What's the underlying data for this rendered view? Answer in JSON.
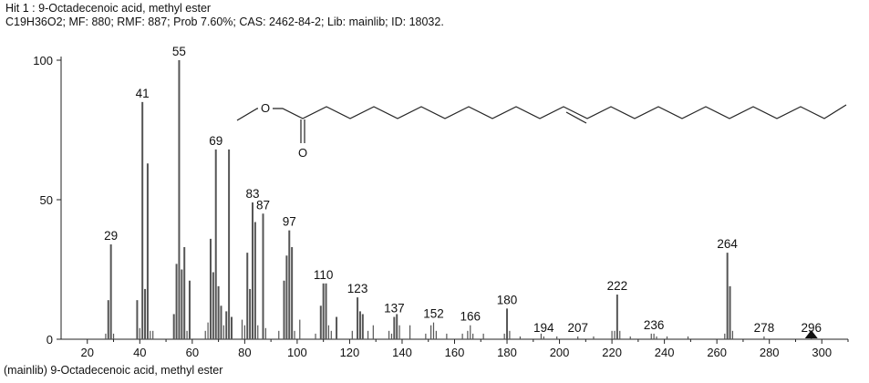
{
  "header": {
    "title": "Hit 1 : 9-Octadecenoic acid, methyl ester",
    "info": "C19H36O2; MF: 880; RMF: 887; Prob 7.60%; CAS: 2462-84-2; Lib: mainlib; ID: 18032."
  },
  "footer": {
    "caption": "(mainlib) 9-Octadecenoic acid, methyl ester"
  },
  "structure": {
    "ester_o": "O",
    "carbonyl_o": "O"
  },
  "colors": {
    "bars": "#555555",
    "axis": "#222222",
    "text": "#111111"
  },
  "chart_data": {
    "type": "bar",
    "x_ticks": [
      20,
      40,
      60,
      80,
      100,
      120,
      140,
      160,
      180,
      200,
      220,
      240,
      260,
      280,
      300
    ],
    "y_ticks": [
      0,
      50,
      100
    ],
    "xlim": [
      10,
      310
    ],
    "ylim": [
      0,
      100
    ],
    "marker_mz": 296,
    "peaks": [
      {
        "mz": 27,
        "i": 2
      },
      {
        "mz": 28,
        "i": 14
      },
      {
        "mz": 29,
        "i": 34
      },
      {
        "mz": 30,
        "i": 2
      },
      {
        "mz": 39,
        "i": 14
      },
      {
        "mz": 40,
        "i": 4
      },
      {
        "mz": 41,
        "i": 85
      },
      {
        "mz": 42,
        "i": 18
      },
      {
        "mz": 43,
        "i": 63
      },
      {
        "mz": 44,
        "i": 3
      },
      {
        "mz": 45,
        "i": 3
      },
      {
        "mz": 53,
        "i": 9
      },
      {
        "mz": 54,
        "i": 27
      },
      {
        "mz": 55,
        "i": 100
      },
      {
        "mz": 56,
        "i": 25
      },
      {
        "mz": 57,
        "i": 33
      },
      {
        "mz": 58,
        "i": 3
      },
      {
        "mz": 59,
        "i": 21
      },
      {
        "mz": 65,
        "i": 3
      },
      {
        "mz": 66,
        "i": 6
      },
      {
        "mz": 67,
        "i": 36
      },
      {
        "mz": 68,
        "i": 24
      },
      {
        "mz": 69,
        "i": 68
      },
      {
        "mz": 70,
        "i": 19
      },
      {
        "mz": 71,
        "i": 12
      },
      {
        "mz": 72,
        "i": 5
      },
      {
        "mz": 73,
        "i": 10
      },
      {
        "mz": 74,
        "i": 68
      },
      {
        "mz": 75,
        "i": 8
      },
      {
        "mz": 79,
        "i": 7
      },
      {
        "mz": 80,
        "i": 5
      },
      {
        "mz": 81,
        "i": 31
      },
      {
        "mz": 82,
        "i": 18
      },
      {
        "mz": 83,
        "i": 49
      },
      {
        "mz": 84,
        "i": 42
      },
      {
        "mz": 85,
        "i": 5
      },
      {
        "mz": 87,
        "i": 45
      },
      {
        "mz": 88,
        "i": 4
      },
      {
        "mz": 93,
        "i": 3
      },
      {
        "mz": 95,
        "i": 21
      },
      {
        "mz": 96,
        "i": 30
      },
      {
        "mz": 97,
        "i": 39
      },
      {
        "mz": 98,
        "i": 33
      },
      {
        "mz": 99,
        "i": 3
      },
      {
        "mz": 101,
        "i": 7
      },
      {
        "mz": 107,
        "i": 2
      },
      {
        "mz": 109,
        "i": 12
      },
      {
        "mz": 110,
        "i": 20
      },
      {
        "mz": 111,
        "i": 20
      },
      {
        "mz": 112,
        "i": 5
      },
      {
        "mz": 113,
        "i": 3
      },
      {
        "mz": 115,
        "i": 8
      },
      {
        "mz": 121,
        "i": 3
      },
      {
        "mz": 123,
        "i": 15
      },
      {
        "mz": 124,
        "i": 10
      },
      {
        "mz": 125,
        "i": 9
      },
      {
        "mz": 127,
        "i": 3
      },
      {
        "mz": 129,
        "i": 5
      },
      {
        "mz": 135,
        "i": 3
      },
      {
        "mz": 136,
        "i": 2
      },
      {
        "mz": 137,
        "i": 8
      },
      {
        "mz": 138,
        "i": 9
      },
      {
        "mz": 139,
        "i": 5
      },
      {
        "mz": 143,
        "i": 5
      },
      {
        "mz": 149,
        "i": 2
      },
      {
        "mz": 151,
        "i": 5
      },
      {
        "mz": 152,
        "i": 6
      },
      {
        "mz": 153,
        "i": 3
      },
      {
        "mz": 157,
        "i": 2
      },
      {
        "mz": 163,
        "i": 2
      },
      {
        "mz": 165,
        "i": 3
      },
      {
        "mz": 166,
        "i": 5
      },
      {
        "mz": 167,
        "i": 2
      },
      {
        "mz": 171,
        "i": 2
      },
      {
        "mz": 179,
        "i": 2
      },
      {
        "mz": 180,
        "i": 11
      },
      {
        "mz": 181,
        "i": 3
      },
      {
        "mz": 185,
        "i": 1
      },
      {
        "mz": 193,
        "i": 2
      },
      {
        "mz": 194,
        "i": 1
      },
      {
        "mz": 199,
        "i": 1
      },
      {
        "mz": 207,
        "i": 1
      },
      {
        "mz": 213,
        "i": 1
      },
      {
        "mz": 220,
        "i": 3
      },
      {
        "mz": 221,
        "i": 3
      },
      {
        "mz": 222,
        "i": 16
      },
      {
        "mz": 223,
        "i": 3
      },
      {
        "mz": 227,
        "i": 1
      },
      {
        "mz": 235,
        "i": 2
      },
      {
        "mz": 236,
        "i": 2
      },
      {
        "mz": 237,
        "i": 1
      },
      {
        "mz": 241,
        "i": 1
      },
      {
        "mz": 249,
        "i": 1
      },
      {
        "mz": 263,
        "i": 2
      },
      {
        "mz": 264,
        "i": 31
      },
      {
        "mz": 265,
        "i": 19
      },
      {
        "mz": 266,
        "i": 3
      },
      {
        "mz": 278,
        "i": 1
      },
      {
        "mz": 296,
        "i": 1
      }
    ],
    "labels": [
      29,
      41,
      55,
      69,
      83,
      87,
      97,
      110,
      123,
      137,
      152,
      166,
      180,
      194,
      207,
      222,
      236,
      264,
      278,
      296
    ]
  }
}
